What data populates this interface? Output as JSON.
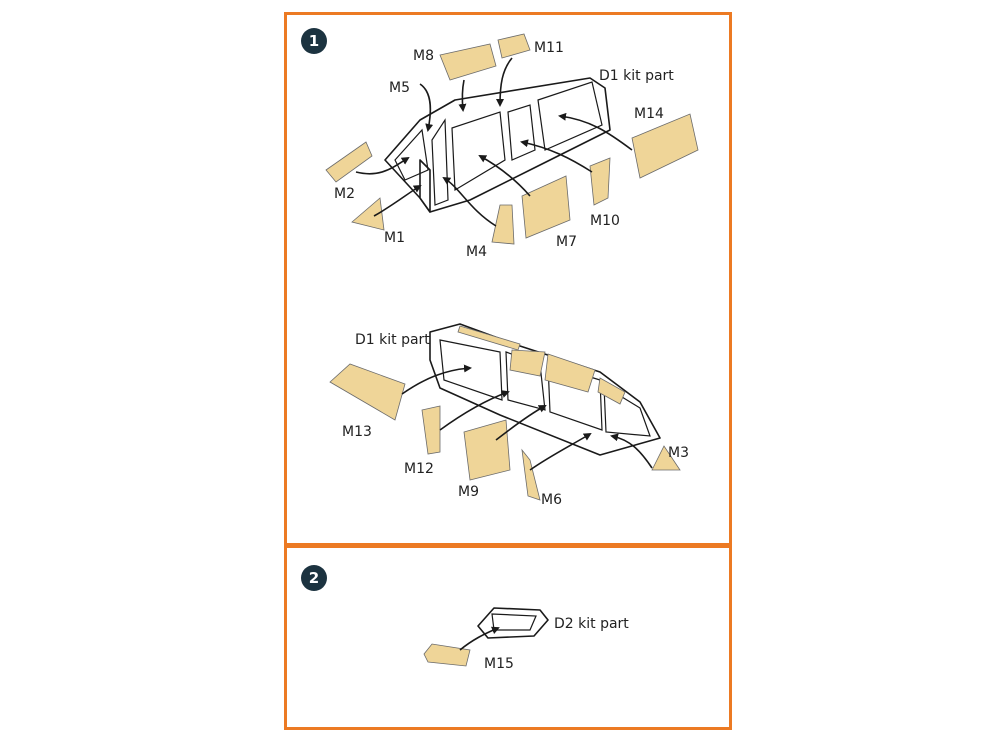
{
  "steps": [
    {
      "number": "1"
    },
    {
      "number": "2"
    }
  ],
  "step1": {
    "kit_part_top": "D1 kit part",
    "kit_part_bottom": "D1 kit part",
    "labels": {
      "m1": "M1",
      "m2": "M2",
      "m3": "M3",
      "m4": "M4",
      "m5": "M5",
      "m6": "M6",
      "m7": "M7",
      "m8": "M8",
      "m9": "M9",
      "m10": "M10",
      "m11": "M11",
      "m12": "M12",
      "m13": "M13",
      "m14": "M14"
    }
  },
  "step2": {
    "kit_part": "D2 kit part",
    "labels": {
      "m15": "M15"
    }
  },
  "colors": {
    "panel_border": "#ec7a23",
    "badge": "#1c3340",
    "mask_fill": "#efd598"
  }
}
